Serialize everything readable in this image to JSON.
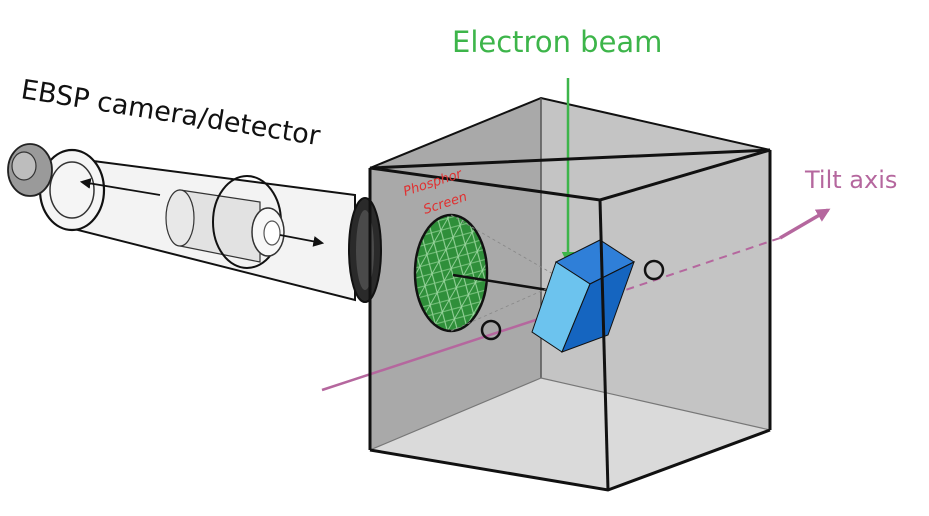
{
  "labels": {
    "electron_beam": "Electron beam",
    "camera": "EBSP camera/detector",
    "phosphor_line1": "Phosphor",
    "phosphor_line2": "Screen",
    "tilt_axis": "Tilt axis"
  },
  "colors": {
    "beam": "#3db54a",
    "tilt": "#b5679e",
    "phosphor_text": "#e03030",
    "chamber_back": "#a8a8a8",
    "chamber_side": "#b8b8b8",
    "chamber_floor": "#d0d0d0",
    "screen": "#2f8f3a",
    "sample_top": "#2f7fd8",
    "sample_front": "#6cc3ee",
    "outline": "#111111"
  }
}
